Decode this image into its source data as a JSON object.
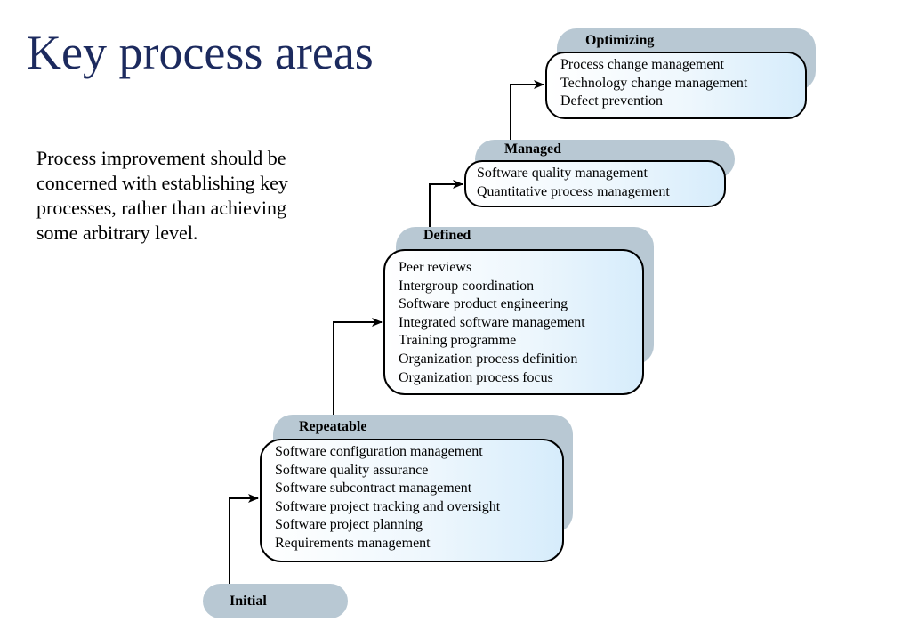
{
  "title": "Key process areas",
  "intro": "Process improvement should be concerned with  establishing key processes, rather than achieving some arbitrary level.",
  "levels": {
    "initial": {
      "name": "Initial"
    },
    "repeatable": {
      "name": "Repeatable",
      "items": [
        "Software configuration management",
        "Software quality assurance",
        "Software subcontract management",
        "Software project tracking and oversight",
        "Software project planning",
        "Requirements management"
      ]
    },
    "defined": {
      "name": "Defined",
      "items": [
        "Peer reviews",
        "Intergroup coordination",
        "Software product engineering",
        "Integrated software management",
        "Training programme",
        "Organization process definition",
        "Organization process focus"
      ]
    },
    "managed": {
      "name": "Managed",
      "items": [
        "Software quality management",
        "Quantitative process management"
      ]
    },
    "optimizing": {
      "name": "Optimizing",
      "items": [
        "Process change management",
        "Technology change management",
        "Defect prevention"
      ]
    }
  },
  "colors": {
    "title": "#1c2a5e",
    "tab": "#b8c8d3",
    "box_gradient_end": "#d6ecfb"
  }
}
